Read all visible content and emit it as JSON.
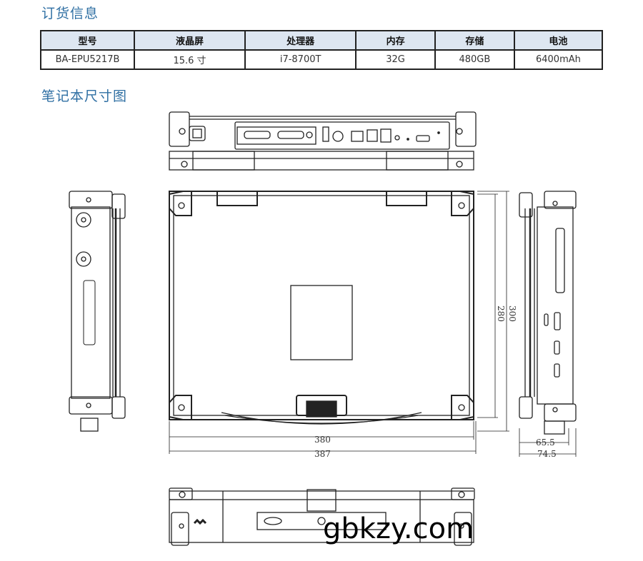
{
  "ordering": {
    "title": "订货信息",
    "table": {
      "headers": [
        "型号",
        "液晶屏",
        "处理器",
        "内存",
        "存储",
        "电池"
      ],
      "rows": [
        [
          "BA-EPU5217B",
          "15.6 寸",
          "i7-8700T",
          "32G",
          "480GB",
          "6400mAh"
        ]
      ]
    }
  },
  "dimensions": {
    "title": "笔记本尺寸图",
    "width_inner": "380",
    "width_outer": "387",
    "depth_inner": "280",
    "depth_outer": "300",
    "thickness_inner": "65.5",
    "thickness_outer": "74.5"
  },
  "watermark": "gbkzy.com",
  "colors": {
    "title": "#2f6fa3",
    "header_bg": "#dde6f1"
  }
}
